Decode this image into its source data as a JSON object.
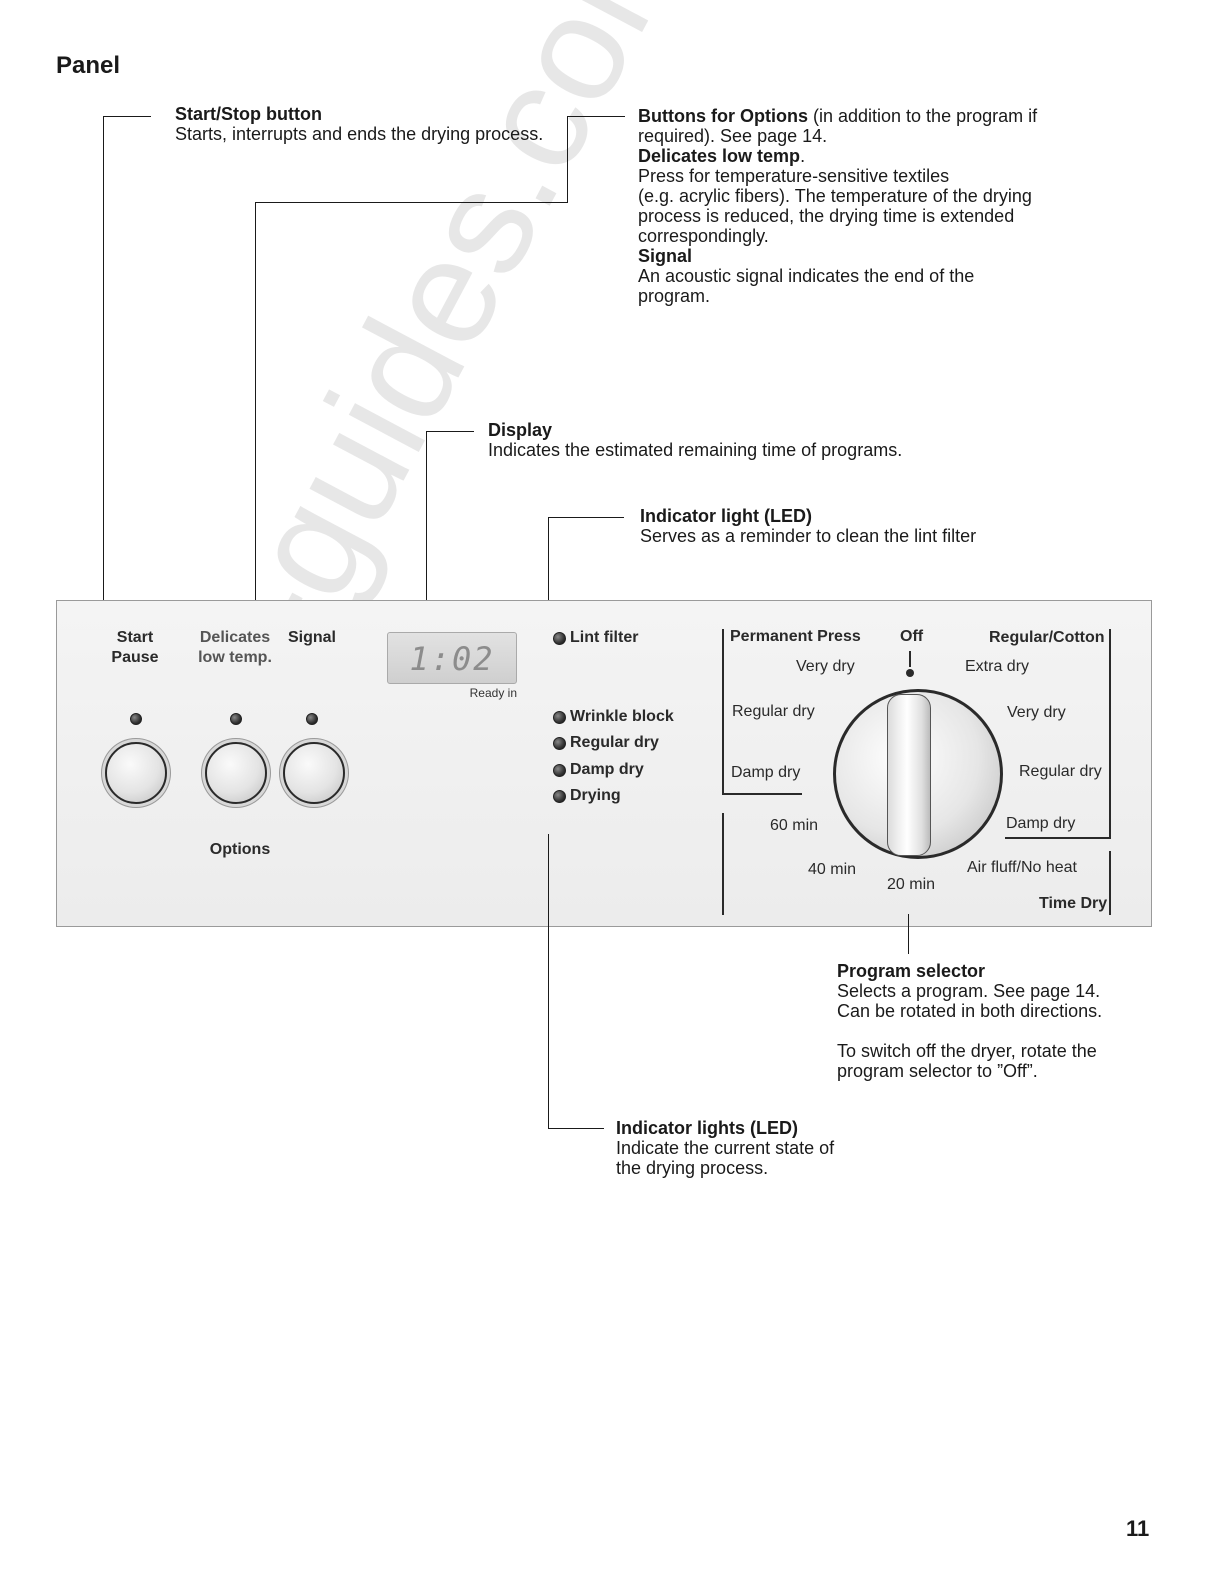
{
  "page": {
    "heading": "Panel",
    "page_number": "11",
    "watermark": "all-guides.com"
  },
  "callouts": {
    "start_stop": {
      "title": "Start/Stop button",
      "text": "Starts, interrupts and ends the drying process."
    },
    "options": {
      "title": "Buttons for Options",
      "title_suffix": " (in addition to the program if",
      "line2": "required). See page 14.",
      "delicates_title": "Delicates low temp",
      "delicates_period": ".",
      "delicates_l1": "Press for temperature-sensitive textiles",
      "delicates_l2": "(e.g. acrylic fibers). The temperature of the drying",
      "delicates_l3": "process is reduced, the drying time is extended",
      "delicates_l4": "correspondingly.",
      "signal_title": "Signal",
      "signal_l1": "An acoustic signal indicates the end of the",
      "signal_l2": "program."
    },
    "display": {
      "title": "Display",
      "text": "Indicates the estimated remaining time of programs."
    },
    "indicator_light": {
      "title": "Indicator light (LED)",
      "text": "Serves as a reminder to clean the lint filter"
    },
    "program_selector": {
      "title": "Program selector",
      "l1": "Selects a program. See page 14.",
      "l2": "Can be rotated in both directions.",
      "l3": "To switch off the dryer, rotate the",
      "l4": "program selector to ”Off”."
    },
    "indicator_lights": {
      "title": "Indicator lights (LED)",
      "l1": "Indicate the current state of",
      "l2": "the drying process."
    }
  },
  "panel": {
    "start_label_1": "Start",
    "start_label_2": "Pause",
    "delicates_label_1": "Delicates",
    "delicates_label_2": "low temp.",
    "signal_label": "Signal",
    "options_label": "Options",
    "display_value": "1:02",
    "ready_in": "Ready in",
    "lint_filter": "Lint filter",
    "status_leds": [
      "Wrinkle block",
      "Regular dry",
      "Damp dry",
      "Drying"
    ],
    "dial": {
      "permanent_press": "Permanent Press",
      "off": "Off",
      "regular_cotton": "Regular/Cotton",
      "pp_very_dry": "Very dry",
      "pp_regular_dry": "Regular dry",
      "pp_damp_dry": "Damp dry",
      "rc_extra_dry": "Extra dry",
      "rc_very_dry": "Very dry",
      "rc_regular_dry": "Regular dry",
      "rc_damp_dry": "Damp dry",
      "air_fluff": "Air fluff/No heat",
      "min60": "60 min",
      "min40": "40 min",
      "min20": "20 min",
      "time_dry": "Time Dry"
    }
  }
}
